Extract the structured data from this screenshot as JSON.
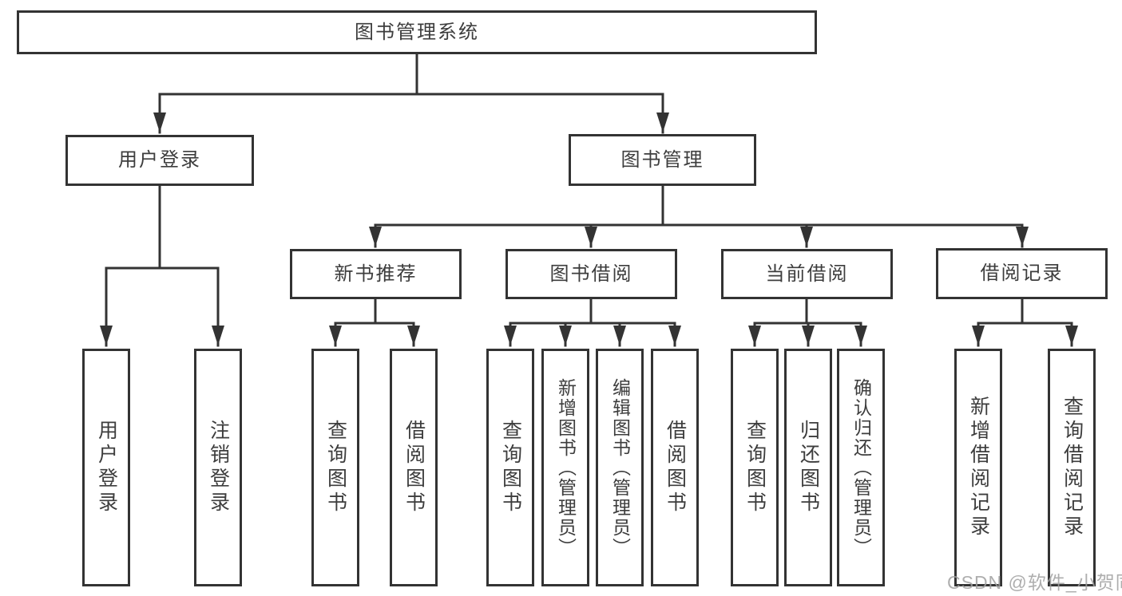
{
  "nodes": {
    "root": {
      "label": "图书管理系统"
    },
    "l2": [
      {
        "label": "用户登录"
      },
      {
        "label": "图书管理"
      }
    ],
    "l3": [
      {
        "label": "新书推荐",
        "parent": "图书管理"
      },
      {
        "label": "图书借阅",
        "parent": "图书管理"
      },
      {
        "label": "当前借阅",
        "parent": "图书管理"
      },
      {
        "label": "借阅记录",
        "parent": "图书管理"
      }
    ],
    "leaves": [
      {
        "label": "用户登录",
        "parent": "用户登录"
      },
      {
        "label": "注销登录",
        "parent": "用户登录"
      },
      {
        "label": "查询图书",
        "parent": "新书推荐"
      },
      {
        "label": "借阅图书",
        "parent": "新书推荐"
      },
      {
        "label": "查询图书",
        "parent": "图书借阅"
      },
      {
        "label": "新增图书（管理员）",
        "parent": "图书借阅"
      },
      {
        "label": "编辑图书（管理员）",
        "parent": "图书借阅"
      },
      {
        "label": "借阅图书",
        "parent": "图书借阅"
      },
      {
        "label": "查询图书",
        "parent": "当前借阅"
      },
      {
        "label": "归还图书",
        "parent": "当前借阅"
      },
      {
        "label": "确认归还（管理员）",
        "parent": "当前借阅"
      },
      {
        "label": "新增借阅记录",
        "parent": "借阅记录"
      },
      {
        "label": "查询借阅记录",
        "parent": "借阅记录"
      }
    ]
  },
  "watermark": {
    "text": "CSDN @软件_小贺同学"
  },
  "colors": {
    "line": "#333333",
    "text": "#3d3d3d",
    "box_background": "#ffffff",
    "page_background": "#ffffff",
    "watermark": "#a0a0a0"
  }
}
